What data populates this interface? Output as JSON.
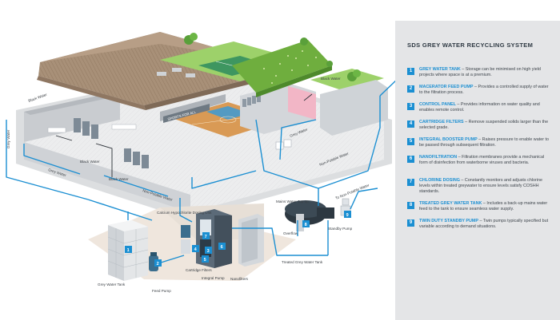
{
  "title": "SDS GREY WATER RECYCLING SYSTEM",
  "legend": [
    {
      "num": "1",
      "term": "GREY WATER TANK",
      "desc": " – Storage can be minimised on high yield projects where space is at a premium."
    },
    {
      "num": "2",
      "term": "MACERATOR FEED PUMP",
      "desc": " – Provides a controlled supply of water to the filtration process."
    },
    {
      "num": "3",
      "term": "CONTROL PANEL",
      "desc": " – Provides information on water quality and enables remote control."
    },
    {
      "num": "4",
      "term": "CARTRIDGE FILTERS",
      "desc": " – Remove suspended solids larger than the selected grade."
    },
    {
      "num": "5",
      "term": "INTEGRAL BOOSTER PUMP",
      "desc": " – Raises pressure to enable water to be passed through subsequent filtration."
    },
    {
      "num": "6",
      "term": "NANOFILTRATION",
      "desc": " – Filtration membranes provide a mechanical form of disinfection from waterborne viruses and bacteria."
    },
    {
      "num": "7",
      "term": "CHLORINE DOSING",
      "desc": " – Constantly monitors and adjusts chlorine levels within treated greywater to ensure levels satisfy COSHH standards."
    },
    {
      "num": "8",
      "term": "TREATED GREY WATER TANK",
      "desc": " – Includes a back-up mains water feed to the tank to ensure seamless water supply."
    },
    {
      "num": "9",
      "term": "TWIN DUTY STANDBY PUMP",
      "desc": " – Twin pumps typically specified but variable according to demand situations."
    }
  ],
  "diagram_labels": {
    "black_water_1": "Black Water",
    "black_water_2": "Black Water",
    "black_water_3": "Black Water",
    "black_water_4": "Black Water",
    "grey_water_1": "Grey Water",
    "grey_water_2": "Grey Water",
    "grey_water_3": "Grey Water",
    "non_potable_1": "Non-Potable Water",
    "non_potable_2": "Non-Potable Water",
    "to_non_potable": "To Non-Potable Water",
    "grey_water_tank": "Grey Water Tank",
    "feed_pump": "Feed Pump",
    "hypochlorite": "Calcium Hypochlorite Dosing Unit",
    "cartridge_filters": "Cartridge Filters",
    "integral_pump": "Integral Pump",
    "nanofilters": "Nanofilters",
    "mains_top_up": "Mains Water Top-up",
    "overflow": "Overflow",
    "standby_pump": "Standby Pump",
    "treated_tank": "Treated Grey Water Tank",
    "court_text": "SPORTS FOR ALL"
  },
  "colors": {
    "pipe": "#1b8fd2",
    "badge": "#1b8fd2",
    "panel": "#e4e5e7",
    "roof": "#a18a73",
    "green_roof": "#6fae3e",
    "court": "#d99a55"
  },
  "icons": [
    "tree-icon",
    "pump-icon",
    "tank-icon",
    "control-panel-icon"
  ]
}
